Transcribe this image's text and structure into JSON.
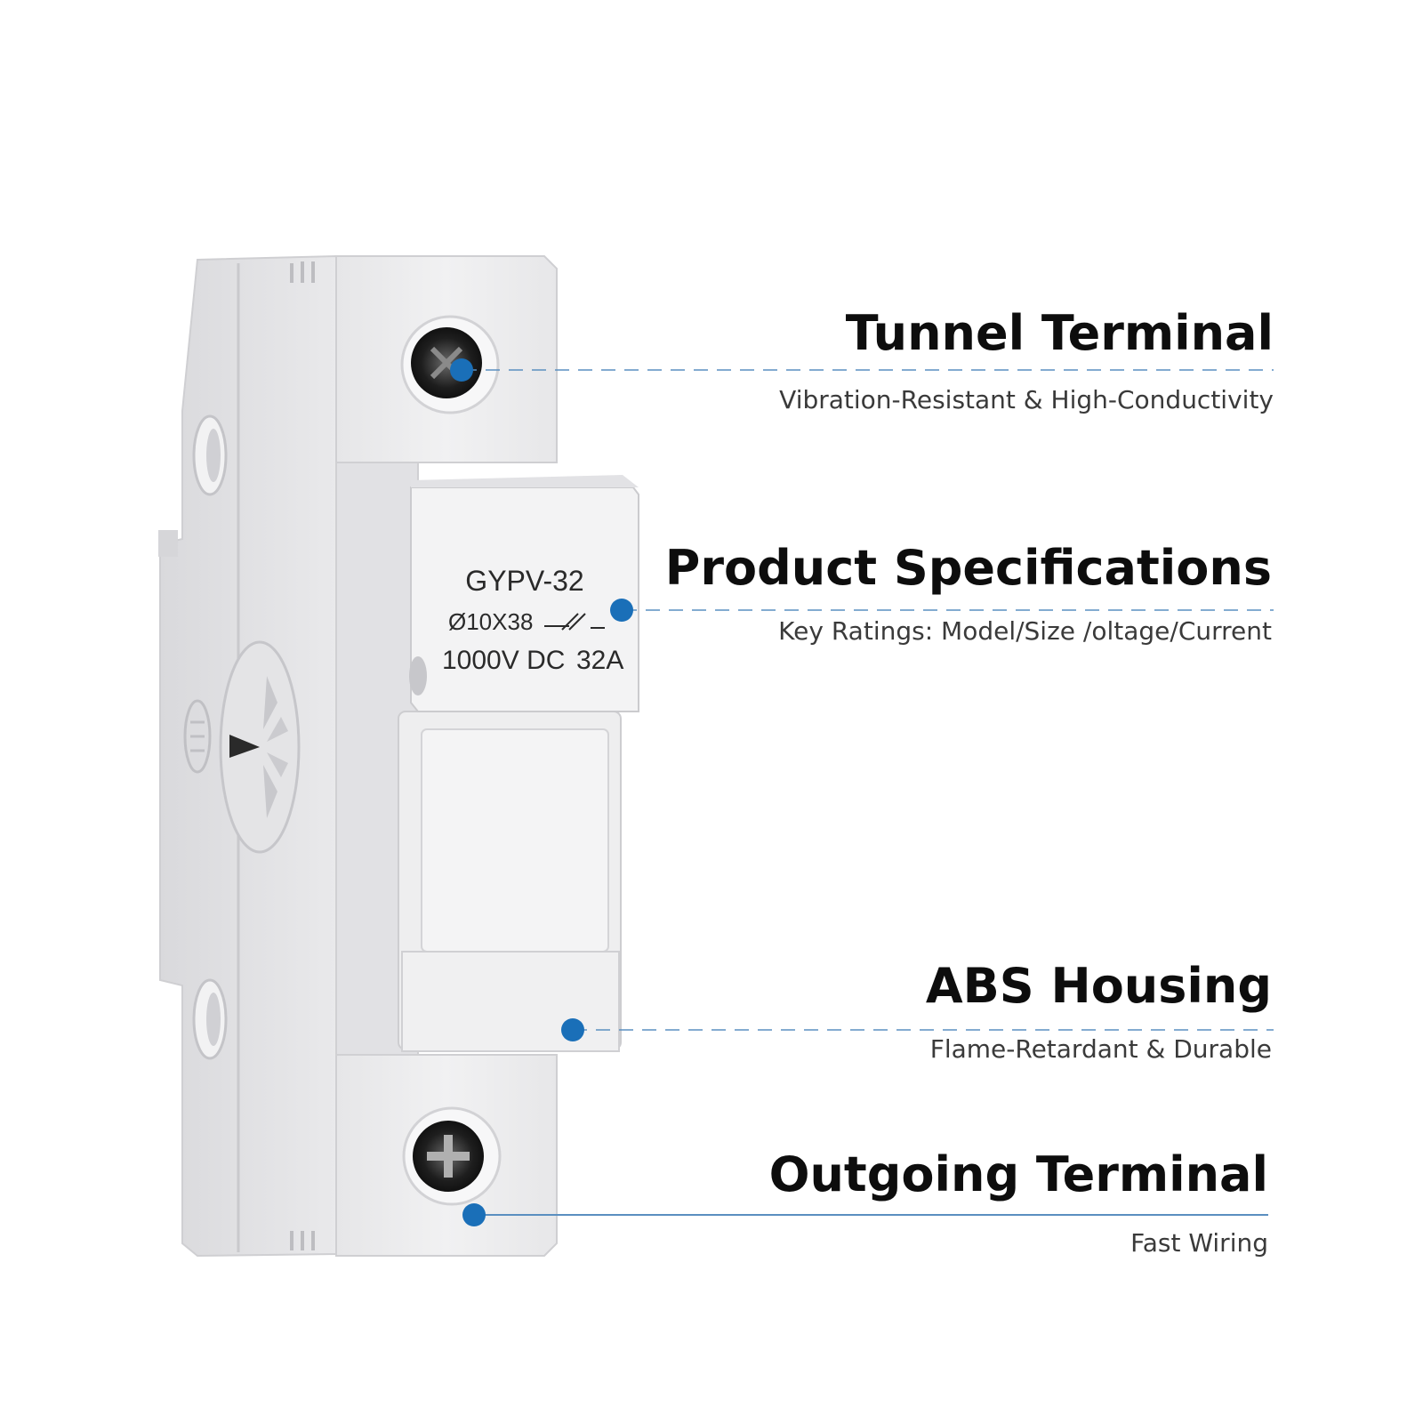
{
  "product_label": {
    "model": "GYPV-32",
    "size": "Ø10X38",
    "voltage": "1000V DC",
    "current": "32A"
  },
  "features": [
    {
      "title": "Tunnel Terminal",
      "description": "Vibration-Resistant & High-Conductivity"
    },
    {
      "title": "Product Specifications",
      "description": "Key Ratings: Model/Size /oltage/Current"
    },
    {
      "title": "ABS Housing",
      "description": "Flame-Retardant & Durable"
    },
    {
      "title": "Outgoing Terminal",
      "description": "Fast Wiring"
    }
  ],
  "colors": {
    "accent": "#1a6fb8",
    "line": "#5a8fc0",
    "housing": "#ebebed"
  }
}
